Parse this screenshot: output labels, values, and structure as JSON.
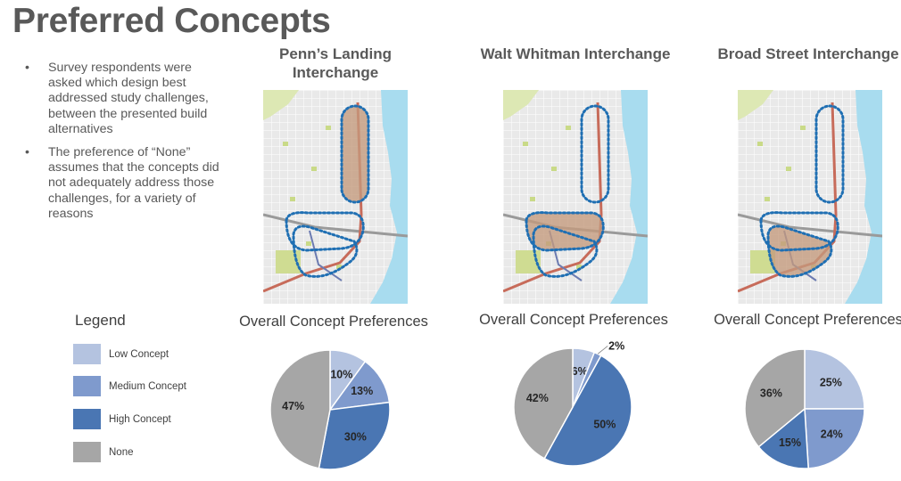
{
  "page": {
    "title": "Preferred Concepts",
    "bullets": [
      "Survey respondents were asked which design best addressed study challenges, between the presented build alternatives",
      "The preference of “None” assumes that the concepts did not adequately address those challenges, for a variety of reasons"
    ],
    "bullet_symbol": "•"
  },
  "legend": {
    "title": "Legend",
    "items": [
      {
        "label": "Low Concept",
        "color": "#b4c3e0"
      },
      {
        "label": "Medium Concept",
        "color": "#7f9acd"
      },
      {
        "label": "High Concept",
        "color": "#4a76b3"
      },
      {
        "label": "None",
        "color": "#a6a6a6"
      }
    ]
  },
  "chart_data": [
    {
      "type": "pie",
      "column_title": "Penn’s Landing Interchange",
      "title": "Overall Concept Preferences",
      "categories": [
        "Low Concept",
        "Medium Concept",
        "High Concept",
        "None"
      ],
      "values": [
        10,
        13,
        30,
        47
      ],
      "labels": [
        "10%",
        "13%",
        "30%",
        "47%"
      ]
    },
    {
      "type": "pie",
      "column_title": "Walt Whitman Interchange",
      "title": "Overall Concept Preferences",
      "categories": [
        "Low Concept",
        "Medium Concept",
        "High Concept",
        "None"
      ],
      "values": [
        6,
        2,
        50,
        42
      ],
      "labels": [
        "6%",
        "2%",
        "50%",
        "42%"
      ]
    },
    {
      "type": "pie",
      "column_title": "Broad Street Interchange",
      "title": "Overall Concept Preferences",
      "categories": [
        "Low Concept",
        "Medium Concept",
        "High Concept",
        "None"
      ],
      "values": [
        25,
        24,
        15,
        36
      ],
      "labels": [
        "25%",
        "24%",
        "15%",
        "36%"
      ]
    }
  ],
  "maps": [
    {
      "highlight": "north"
    },
    {
      "highlight": "middle"
    },
    {
      "highlight": "south"
    }
  ]
}
